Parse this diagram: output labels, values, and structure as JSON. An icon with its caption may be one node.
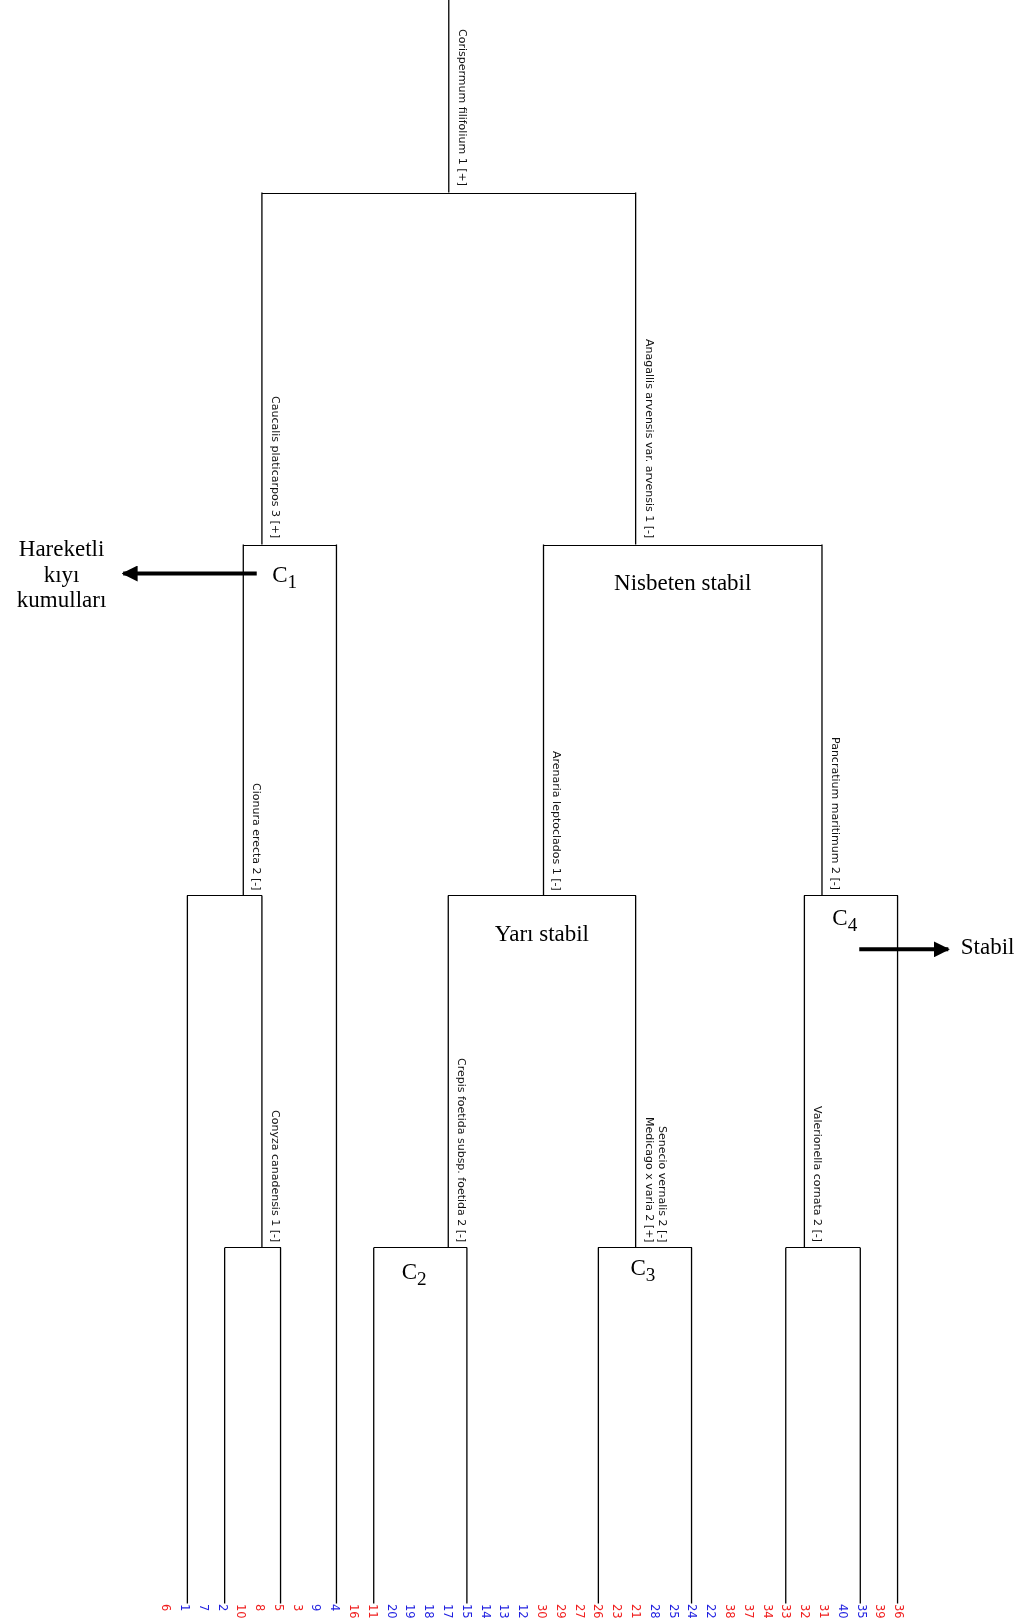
{
  "diagram": {
    "nodes": [
      {
        "text": [],
        "shape": "bracket"
      },
      {
        "text": [
          "C$_{1}$"
        ]
      },
      {
        "text": [],
        "shape": "bracket"
      },
      {
        "text": [],
        "shape": "bracket"
      },
      {
        "text": [
          "Nisbeten stabil"
        ]
      },
      {
        "text": [
          "Yarı stabil"
        ]
      },
      {
        "text": [
          "C$_{2}$"
        ]
      },
      {
        "text": [
          "C$_{3}$"
        ]
      },
      {
        "text": [
          "C$_{4}$"
        ]
      },
      {
        "text": [],
        "shape": "bracket"
      },
      {
        "text": [
          "Hareketli kıyı kumulları"
        ]
      },
      {
        "text": [
          "Stabil"
        ]
      },
      {
        "text": [
          "6"
        ]
      },
      {
        "text": [
          "1"
        ]
      },
      {
        "text": [
          "7"
        ]
      },
      {
        "text": [
          "2"
        ]
      },
      {
        "text": [
          "10"
        ]
      },
      {
        "text": [
          "8"
        ]
      },
      {
        "text": [
          "5"
        ]
      },
      {
        "text": [
          "3"
        ]
      },
      {
        "text": [
          "9"
        ]
      },
      {
        "text": [
          "4"
        ]
      },
      {
        "text": [
          "16"
        ]
      },
      {
        "text": [
          "11"
        ]
      },
      {
        "text": [
          "20"
        ]
      },
      {
        "text": [
          "19"
        ]
      },
      {
        "text": [
          "18"
        ]
      },
      {
        "text": [
          "17"
        ]
      },
      {
        "text": [
          "15"
        ]
      },
      {
        "text": [
          "14"
        ]
      },
      {
        "text": [
          "13"
        ]
      },
      {
        "text": [
          "12"
        ]
      },
      {
        "text": [
          "30"
        ]
      },
      {
        "text": [
          "29"
        ]
      },
      {
        "text": [
          "27"
        ]
      },
      {
        "text": [
          "26"
        ]
      },
      {
        "text": [
          "23"
        ]
      },
      {
        "text": [
          "21"
        ]
      },
      {
        "text": [
          "28"
        ]
      },
      {
        "text": [
          "25"
        ]
      },
      {
        "text": [
          "24"
        ]
      },
      {
        "text": [
          "22"
        ]
      },
      {
        "text": [
          "38"
        ]
      },
      {
        "text": [
          "37"
        ]
      },
      {
        "text": [
          "34"
        ]
      },
      {
        "text": [
          "33"
        ]
      },
      {
        "text": [
          "32"
        ]
      },
      {
        "text": [
          "31"
        ]
      },
      {
        "text": [
          "40"
        ]
      },
      {
        "text": [
          "35"
        ]
      },
      {
        "text": [
          "39"
        ]
      },
      {
        "text": [
          "36"
        ]
      }
    ],
    "edges": [
      {
        "from": null,
        "to": 0,
        "arrow": "none",
        "label": "Corispermum filifolium 1 [+]"
      },
      {
        "from": 0,
        "to": 1,
        "arrow": "none",
        "label": "Caucalis platicarpos 3 [+]"
      },
      {
        "from": 0,
        "to": 4,
        "arrow": "none",
        "label": "Anagallis arvensis var. arvensis 1 [-]"
      },
      {
        "from": 1,
        "to": 2,
        "arrow": "none",
        "label": "Cionura erecta 2 [-]"
      },
      {
        "from": 1,
        "to": 21,
        "arrow": "none"
      },
      {
        "from": 2,
        "to": 13,
        "arrow": "none"
      },
      {
        "from": 2,
        "to": 3,
        "arrow": "none",
        "label": "Conyza canadensis 1 [-]"
      },
      {
        "from": 3,
        "to": 15,
        "arrow": "none"
      },
      {
        "from": 3,
        "to": 18,
        "arrow": "none"
      },
      {
        "from": 4,
        "to": 5,
        "arrow": "none",
        "label": "Arenaria leptoclados 1 [-]"
      },
      {
        "from": 4,
        "to": 8,
        "arrow": "none",
        "label": "Pancratium maritimum 2 [-]"
      },
      {
        "from": 5,
        "to": 6,
        "arrow": "none",
        "label": "Crepis foetida subsp. foetida 2 [-]"
      },
      {
        "from": 5,
        "to": 7,
        "arrow": "none",
        "label": "Senecio vernalis 2 [-] Medicago x varia 2 [+]"
      },
      {
        "from": 6,
        "to": 23,
        "arrow": "none"
      },
      {
        "from": 6,
        "to": 28,
        "arrow": "none"
      },
      {
        "from": 7,
        "to": 35,
        "arrow": "none"
      },
      {
        "from": 7,
        "to": 40,
        "arrow": "none"
      },
      {
        "from": 8,
        "to": 9,
        "arrow": "none",
        "label": "Valerionella cornata 2 [-]"
      },
      {
        "from": 8,
        "to": 51,
        "arrow": "none"
      },
      {
        "from": 9,
        "to": 45,
        "arrow": "none"
      },
      {
        "from": 9,
        "to": 49,
        "arrow": "none"
      },
      {
        "from": 1,
        "to": 10,
        "arrow": "to",
        "style": "thick"
      },
      {
        "from": 8,
        "to": 11,
        "arrow": "to",
        "style": "thick"
      }
    ]
  }
}
